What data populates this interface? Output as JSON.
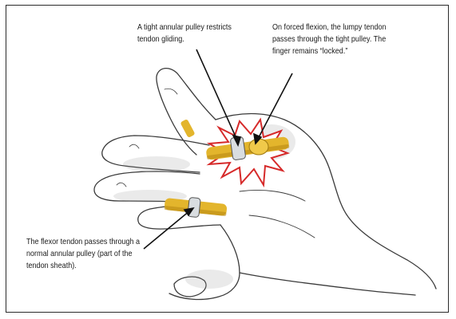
{
  "annotations": {
    "tight_pulley": "A tight annular pulley restricts\ntendon gliding.",
    "forced_flexion": "On forced flexion, the lumpy tendon\npasses through the tight pulley. The\nfinger remains “locked.”",
    "normal_pulley": "The flexor tendon passes through a\nnormal annular pulley (part of the\ntendon sheath)."
  },
  "colors": {
    "tendon": "#e3b52c",
    "tendon_shade": "#b98a14",
    "pulley": "#d9dde0",
    "burst": "#d62a2a",
    "outline": "#3a3a3a"
  }
}
